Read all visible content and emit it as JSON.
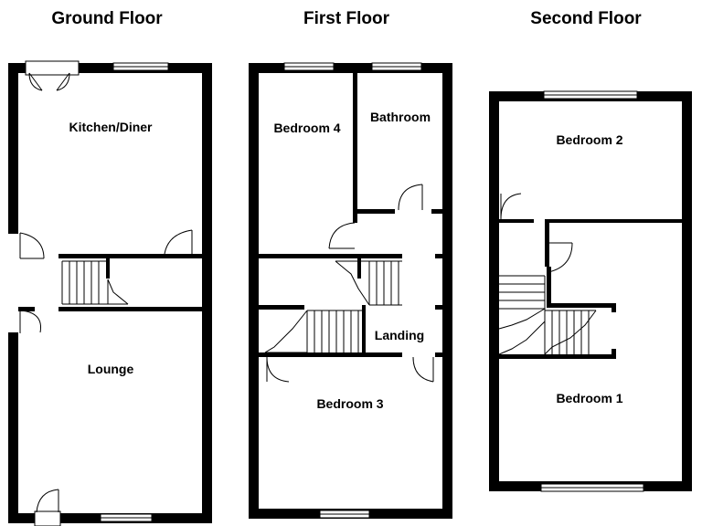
{
  "floors": {
    "ground": {
      "title": "Ground Floor",
      "rooms": {
        "kitchen": "Kitchen/Diner",
        "lounge": "Lounge"
      }
    },
    "first": {
      "title": "First Floor",
      "rooms": {
        "bedroom4": "Bedroom 4",
        "bathroom": "Bathroom",
        "landing": "Landing",
        "bedroom3": "Bedroom 3"
      }
    },
    "second": {
      "title": "Second Floor",
      "rooms": {
        "bedroom2": "Bedroom 2",
        "bedroom1": "Bedroom 1"
      }
    }
  }
}
